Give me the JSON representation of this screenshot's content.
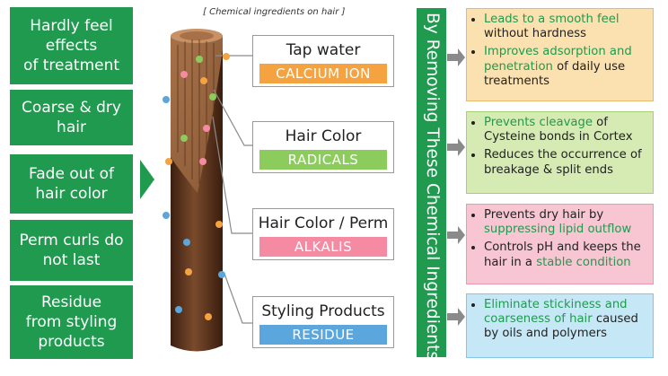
{
  "colors": {
    "green": "#1f9a4f",
    "orange": "#f4a340",
    "light_green": "#8ccc5c",
    "pink": "#f48ba3",
    "blue": "#5aa6dd",
    "effect_orange_bg": "#fbe1b0",
    "effect_green_bg": "#d6ebb3",
    "effect_pink_bg": "#f8c6d3",
    "effect_blue_bg": "#c6e8f6"
  },
  "title": "[ Chemical ingredients on hair ]",
  "problems": [
    "Hardly feel\neffects\nof treatment",
    "Coarse & dry\nhair",
    "Fade out of\nhair color",
    "Perm curls do\nnot last",
    "Residue\nfrom styling\nproducts"
  ],
  "categories": [
    {
      "title": "Tap water",
      "tag": "CALCIUM ION"
    },
    {
      "title": "Hair Color",
      "tag": "RADICALS"
    },
    {
      "title": "Hair Color / Perm",
      "tag": "ALKALIS"
    },
    {
      "title": "Styling Products",
      "tag": "RESIDUE"
    }
  ],
  "vertical_banner": "By Removing These Chemical Ingredients...",
  "effects": [
    {
      "bullets": [
        {
          "hl": "Leads to a smooth feel",
          "rest": " without hardness"
        },
        {
          "hl": "Improves adsorption and penetration",
          "rest": " of daily use treatments"
        }
      ]
    },
    {
      "bullets": [
        {
          "hl": "Prevents cleavage",
          "rest": " of Cysteine bonds in Cortex"
        },
        {
          "hl": "",
          "rest": "Reduces the occurrence of breakage & split ends"
        }
      ]
    },
    {
      "bullets": [
        {
          "pre": "Prevents dry hair by ",
          "hl": "suppressing lipid outflow",
          "rest": ""
        },
        {
          "pre": "Controls pH and keeps the hair in a ",
          "hl": "stable condition",
          "rest": ""
        }
      ]
    },
    {
      "bullets": [
        {
          "hl": "Eliminate stickiness and coarseness of hair",
          "rest": " caused by oils and polymers"
        }
      ]
    }
  ]
}
